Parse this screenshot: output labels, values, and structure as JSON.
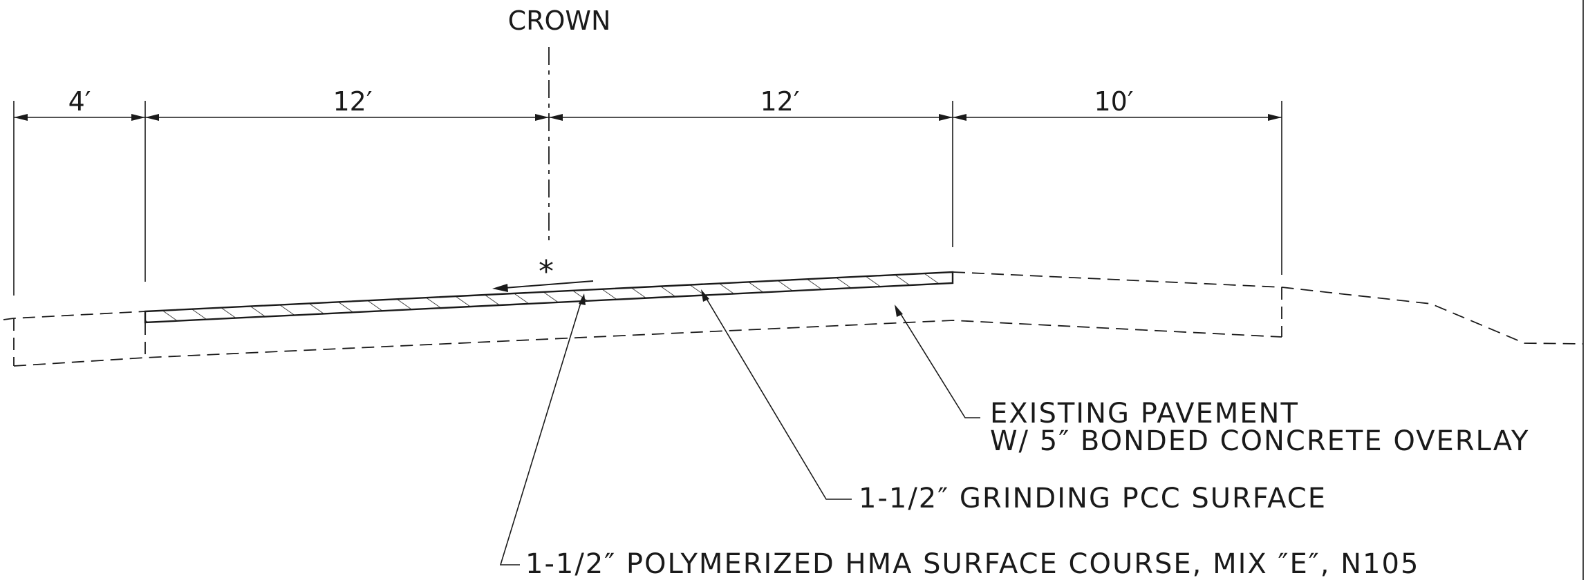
{
  "labels": {
    "crown": "CROWN",
    "dim_shoulder_left": "4′",
    "dim_lane_left": "12′",
    "dim_lane_right": "12′",
    "dim_shoulder_right": "10′",
    "slope_marker": "*",
    "note_existing_line1": "EXISTING PAVEMENT",
    "note_existing_line2": "W/ 5″ BONDED CONCRETE OVERLAY",
    "note_grinding": "1-1/2″ GRINDING PCC SURFACE",
    "note_hma": "1-1/2″ POLYMERIZED HMA SURFACE COURSE, MIX ″E″, N105"
  }
}
